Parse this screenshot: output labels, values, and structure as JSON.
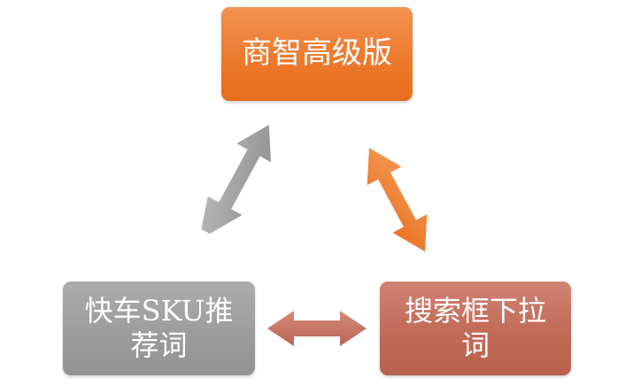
{
  "nodes": {
    "top": {
      "label": "商智高级版"
    },
    "left": {
      "label": "快车SKU推荐词"
    },
    "right": {
      "label": "搜索框下拉词"
    }
  },
  "colors": {
    "top": "#ec7a2c",
    "left": "#9c9c9c",
    "right": "#c26a58",
    "arrow_left": "#a0a0a0",
    "arrow_right": "#ee7b2e",
    "arrow_bottom": "#c97565"
  }
}
